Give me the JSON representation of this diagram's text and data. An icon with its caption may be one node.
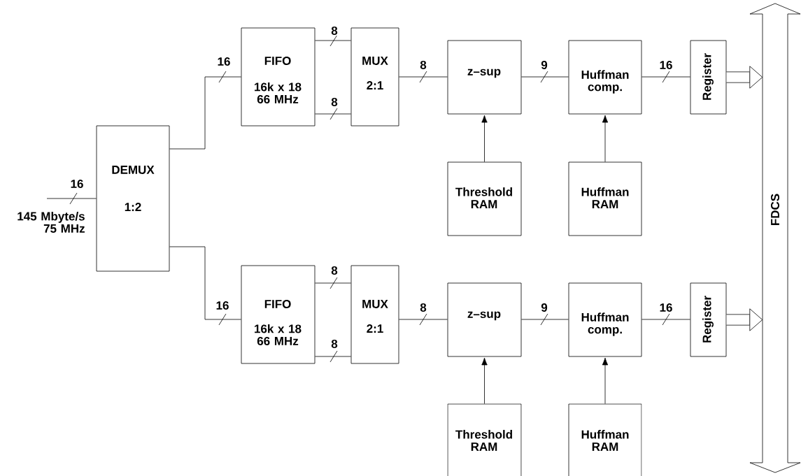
{
  "diagram": {
    "nodes": [
      {
        "text": [
          "DEMUX",
          "1:2"
        ]
      },
      {
        "text": [
          "FIFO",
          "16k x 18 66 MHz"
        ]
      },
      {
        "text": [
          "MUX",
          "2:1"
        ]
      },
      {
        "text": [
          "z–sup"
        ]
      },
      {
        "text": [
          "Huffman comp."
        ]
      },
      {
        "text": [
          "Register"
        ]
      },
      {
        "text": [
          "Threshold RAM"
        ]
      },
      {
        "text": [
          "Huffman RAM"
        ]
      },
      {
        "text": [
          "FIFO",
          "16k x 18 66 MHz"
        ]
      },
      {
        "text": [
          "MUX",
          "2:1"
        ]
      },
      {
        "text": [
          "z–sup"
        ]
      },
      {
        "text": [
          "Huffman comp."
        ]
      },
      {
        "text": [
          "Register"
        ]
      },
      {
        "text": [
          "Threshold RAM"
        ]
      },
      {
        "text": [
          "Huffman RAM"
        ]
      },
      {
        "text": [
          "FDCS"
        ]
      }
    ],
    "edges": [
      {
        "from": null,
        "to": 0,
        "arrow": "none",
        "label": "16"
      },
      {
        "from": 0,
        "to": 1,
        "arrow": "none",
        "label": "16"
      },
      {
        "from": 1,
        "to": 2,
        "arrow": "none",
        "label": "8"
      },
      {
        "from": 1,
        "to": 2,
        "arrow": "none",
        "label": "8"
      },
      {
        "from": 2,
        "to": 3,
        "arrow": "none",
        "label": "8"
      },
      {
        "from": 3,
        "to": 4,
        "arrow": "none",
        "label": "9"
      },
      {
        "from": 4,
        "to": 5,
        "arrow": "none",
        "label": "16"
      },
      {
        "from": 5,
        "to": 15,
        "arrow": "to",
        "style": "thick"
      },
      {
        "from": 6,
        "to": 3,
        "arrow": "to"
      },
      {
        "from": 7,
        "to": 4,
        "arrow": "to"
      },
      {
        "from": 0,
        "to": 8,
        "arrow": "none",
        "label": "16"
      },
      {
        "from": 8,
        "to": 9,
        "arrow": "none",
        "label": "8"
      },
      {
        "from": 8,
        "to": 9,
        "arrow": "none",
        "label": "8"
      },
      {
        "from": 9,
        "to": 10,
        "arrow": "none",
        "label": "8"
      },
      {
        "from": 10,
        "to": 11,
        "arrow": "none",
        "label": "9"
      },
      {
        "from": 11,
        "to": 12,
        "arrow": "none",
        "label": "16"
      },
      {
        "from": 12,
        "to": 15,
        "arrow": "to",
        "style": "thick"
      },
      {
        "from": 13,
        "to": 10,
        "arrow": "to"
      },
      {
        "from": 14,
        "to": 11,
        "arrow": "to"
      }
    ],
    "labels": [
      "145 Mbyte/s 75 MHz"
    ]
  }
}
